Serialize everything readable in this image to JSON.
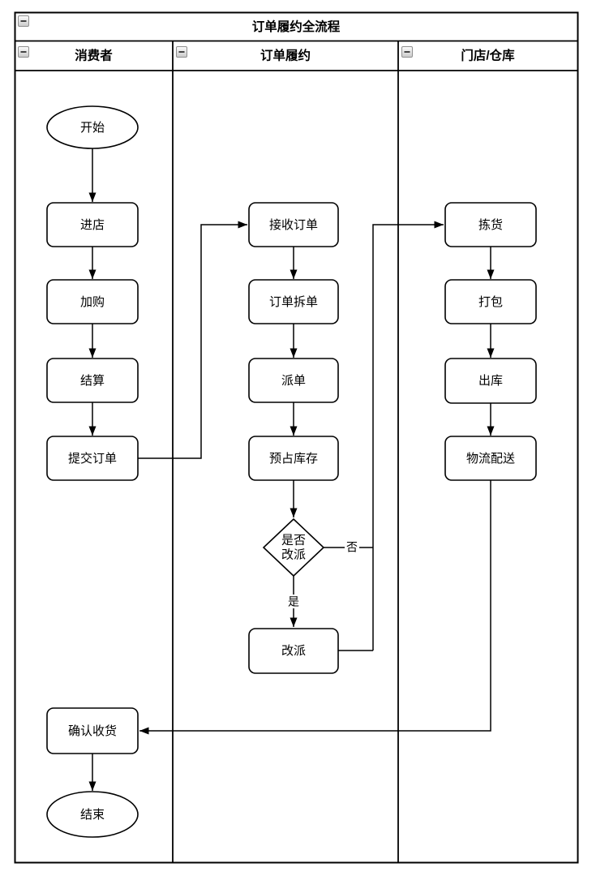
{
  "diagram": {
    "title": "订单履约全流程",
    "lanes": [
      {
        "label": "消费者"
      },
      {
        "label": "订单履约"
      },
      {
        "label": "门店/仓库"
      }
    ],
    "nodes": {
      "start": "开始",
      "enter_store": "进店",
      "add_to_cart": "加购",
      "checkout": "结算",
      "submit_order": "提交订单",
      "receive_order": "接收订单",
      "split_order": "订单拆单",
      "dispatch": "派单",
      "reserve_inventory": "预占库存",
      "reassign_decision_line1": "是否",
      "reassign_decision_line2": "改派",
      "reassign": "改派",
      "picking": "拣货",
      "packing": "打包",
      "outbound": "出库",
      "logistics_delivery": "物流配送",
      "confirm_receipt": "确认收货",
      "end": "结束"
    },
    "edge_labels": {
      "yes": "是",
      "no": "否"
    },
    "colors": {
      "stroke": "#000000",
      "shape_fill": "#ffffff",
      "background": "#ffffff"
    }
  }
}
